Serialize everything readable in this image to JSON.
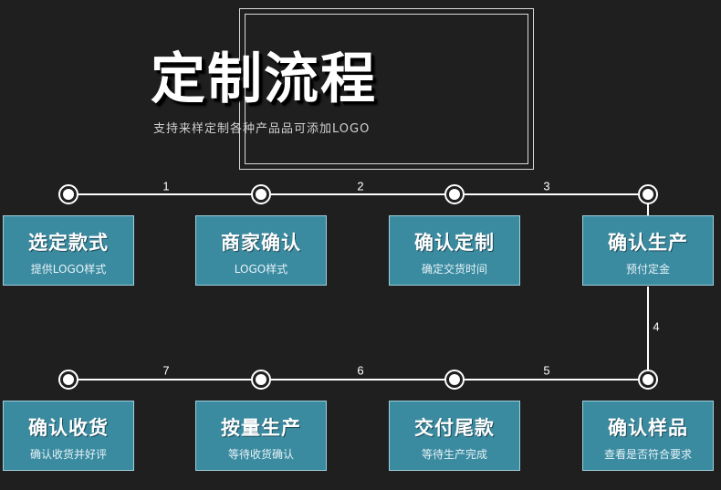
{
  "header": {
    "title": "定制流程",
    "subtitle": "支持来样定制各种产品品可添加LOGO"
  },
  "step_numbers": [
    "1",
    "2",
    "3",
    "4",
    "5",
    "6",
    "7"
  ],
  "steps": [
    {
      "title": "选定款式",
      "subtitle": "提供LOGO样式"
    },
    {
      "title": "商家确认",
      "subtitle": "LOGO样式"
    },
    {
      "title": "确认定制",
      "subtitle": "确定交货时间"
    },
    {
      "title": "确认生产",
      "subtitle": "预付定金"
    },
    {
      "title": "确认样品",
      "subtitle": "查看是否符合要求"
    },
    {
      "title": "交付尾款",
      "subtitle": "等待生产完成"
    },
    {
      "title": "按量生产",
      "subtitle": "等待收货确认"
    },
    {
      "title": "确认收货",
      "subtitle": "确认收货并好评"
    }
  ],
  "colors": {
    "background": "#1f1f1f",
    "card": "#3a8aa0",
    "line": "#ffffff"
  }
}
